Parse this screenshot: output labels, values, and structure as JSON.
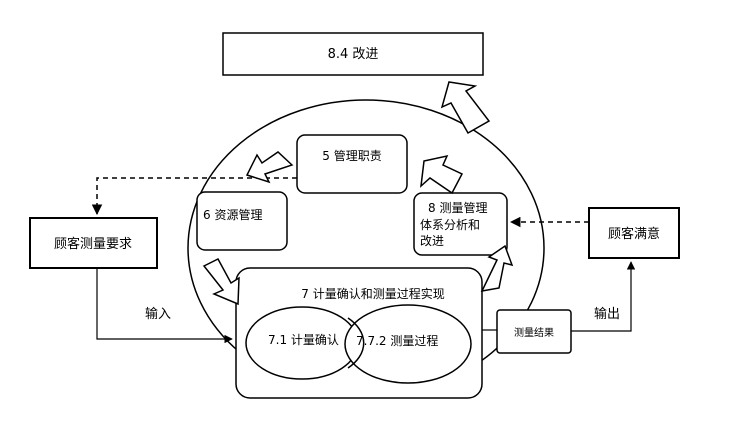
{
  "nodes": {
    "improvement": "8.4 改进",
    "management_responsibility": "5 管理职责",
    "resource_management": "6 资源管理",
    "analysis_line1": "8  测量管理",
    "analysis_line2": "体系分析和",
    "analysis_line3": "改进",
    "process_realization": "7  计量确认和测量过程实现",
    "metrological_confirmation": "7.1  计量确认",
    "measurement_process": "7.7.2  测量过程",
    "customer_requirements": "顾客测量要求",
    "customer_satisfaction": "顾客满意",
    "measurement_result": "测量结果"
  },
  "flows": {
    "input": "输入",
    "output": "输出"
  },
  "colors": {
    "stroke": "#000000",
    "fill": "#ffffff"
  }
}
